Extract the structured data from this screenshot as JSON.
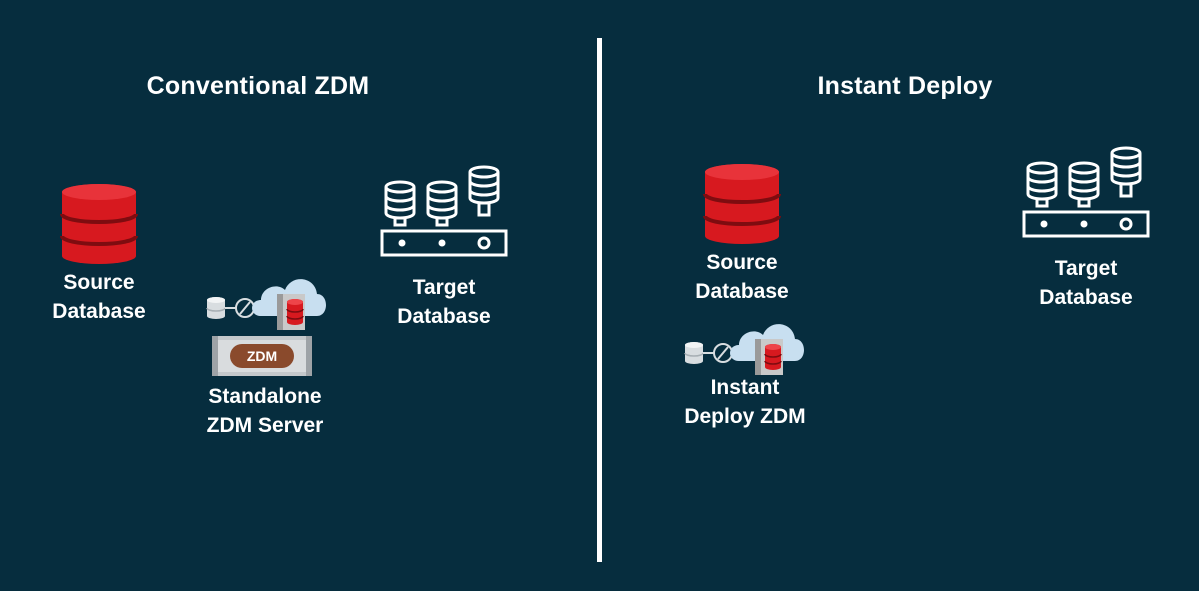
{
  "left": {
    "heading": "Conventional ZDM",
    "source": {
      "line1": "Source",
      "line2": "Database"
    },
    "target": {
      "line1": "Target",
      "line2": "Database"
    },
    "server": {
      "line1": "Standalone",
      "line2": "ZDM Server",
      "badge": "ZDM"
    }
  },
  "right": {
    "heading": "Instant Deploy",
    "source": {
      "line1": "Source",
      "line2": "Database"
    },
    "target": {
      "line1": "Target",
      "line2": "Database"
    },
    "zdm": {
      "line1": "Instant",
      "line2": "Deploy ZDM"
    }
  },
  "colors": {
    "background": "#062d3e",
    "database_red": "#d7191f",
    "text": "#ffffff",
    "badge_brown": "#8a4a2c"
  }
}
